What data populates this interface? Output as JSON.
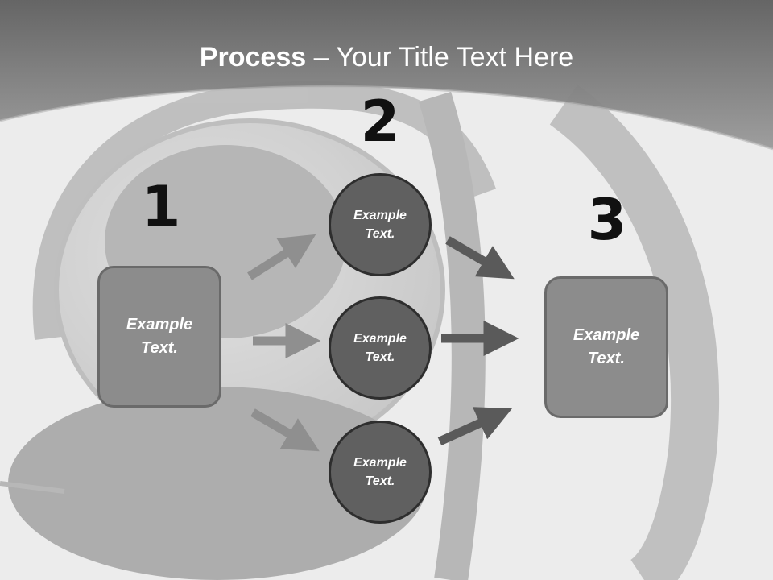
{
  "title": {
    "bold": "Process",
    "rest": " – Your Title Text Here"
  },
  "steps": [
    {
      "number": "1",
      "label": "Example Text."
    },
    {
      "number": "2",
      "items": [
        "Example Text.",
        "Example Text.",
        "Example Text."
      ]
    },
    {
      "number": "3",
      "label": "Example Text."
    }
  ],
  "colors": {
    "header_band": "#7a7a7a",
    "box_fill": "#8c8c8c",
    "circle_fill": "#606060",
    "arrow_light": "#8f8f8f",
    "arrow_dark": "#5a5a5a",
    "number": "#111111"
  }
}
